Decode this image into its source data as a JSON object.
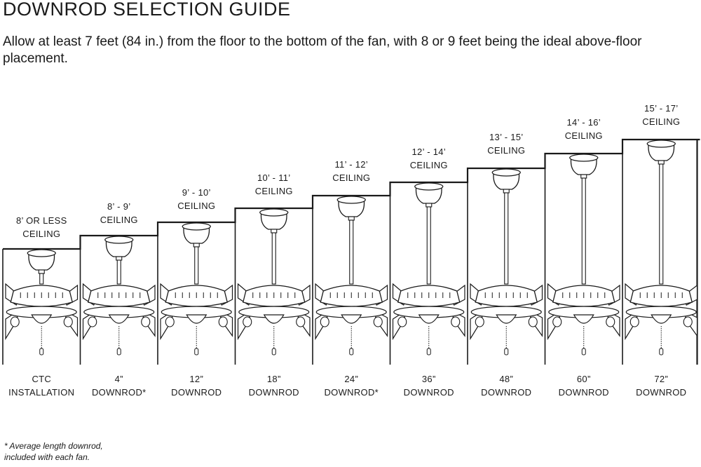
{
  "title": "DOWNROD SELECTION GUIDE",
  "intro": "Allow at least 7 feet (84 in.) from the floor to the bottom of the fan, with 8 or 9 feet being the ideal above-floor placement.",
  "columns": [
    {
      "ceiling": [
        "8’ OR LESS",
        "CEILING"
      ],
      "downrod": [
        "CTC",
        "INSTALLATION"
      ]
    },
    {
      "ceiling": [
        "8’ - 9’",
        "CEILING"
      ],
      "downrod": [
        "4”",
        "DOWNROD*"
      ]
    },
    {
      "ceiling": [
        "9’ - 10’",
        "CEILING"
      ],
      "downrod": [
        "12”",
        "DOWNROD"
      ]
    },
    {
      "ceiling": [
        "10’ - 11’",
        "CEILING"
      ],
      "downrod": [
        "18”",
        "DOWNROD"
      ]
    },
    {
      "ceiling": [
        "11’ - 12’",
        "CEILING"
      ],
      "downrod": [
        "24”",
        "DOWNROD*"
      ]
    },
    {
      "ceiling": [
        "12’ - 14’",
        "CEILING"
      ],
      "downrod": [
        "36”",
        "DOWNROD"
      ]
    },
    {
      "ceiling": [
        "13’ - 15’",
        "CEILING"
      ],
      "downrod": [
        "48”",
        "DOWNROD"
      ]
    },
    {
      "ceiling": [
        "14’ - 16’",
        "CEILING"
      ],
      "downrod": [
        "60”",
        "DOWNROD"
      ]
    },
    {
      "ceiling": [
        "15’ - 17’",
        "CEILING"
      ],
      "downrod": [
        "72”",
        "DOWNROD"
      ]
    }
  ],
  "footnote": [
    "* Average length downrod,",
    "included with each fan."
  ]
}
